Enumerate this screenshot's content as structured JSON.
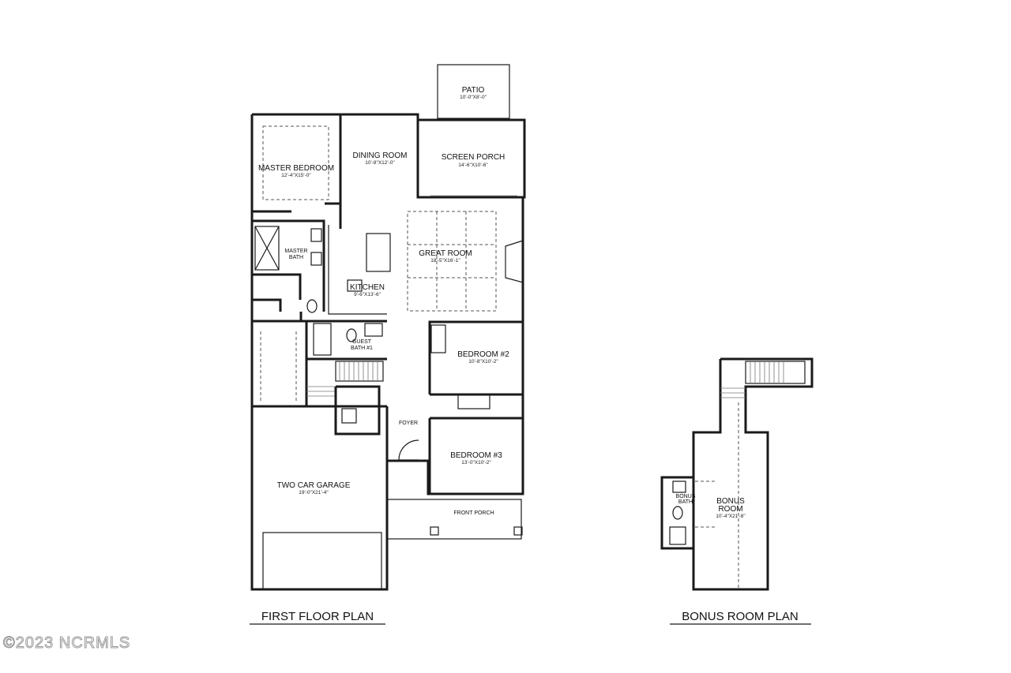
{
  "first_floor": {
    "title": "FIRST FLOOR PLAN",
    "rooms": {
      "patio": {
        "name": "PATIO",
        "dims": "10'-0\"X8'-0\""
      },
      "screen_porch": {
        "name": "SCREEN PORCH",
        "dims": "14'-6\"X10'-6\""
      },
      "dining_room": {
        "name": "DINING ROOM",
        "dims": "10'-8\"X12'-0\""
      },
      "master_bedroom": {
        "name": "MASTER BEDROOM",
        "dims": "12'-4\"X15'-0\""
      },
      "master_bath": {
        "name_line1": "MASTER",
        "name_line2": "BATH"
      },
      "great_room": {
        "name": "GREAT ROOM",
        "dims": "18'-5\"X16'-1\""
      },
      "kitchen": {
        "name": "KITCHEN",
        "dims": "9'-6\"X13'-6\""
      },
      "guest_bath": {
        "name_line1": "GUEST",
        "name_line2": "BATH #1"
      },
      "bedroom2": {
        "name": "BEDROOM #2",
        "dims": "10'-8\"X10'-2\""
      },
      "foyer": {
        "name": "FOYER"
      },
      "bedroom3": {
        "name": "BEDROOM #3",
        "dims": "13'-0\"X10'-2\""
      },
      "garage": {
        "name": "TWO CAR GARAGE",
        "dims": "19'-0\"X21'-4\""
      },
      "front_porch": {
        "name": "FRONT PORCH"
      }
    }
  },
  "bonus_floor": {
    "title": "BONUS ROOM PLAN",
    "rooms": {
      "bonus_room": {
        "name_line1": "BONUS",
        "name_line2": "ROOM",
        "dims": "10'-4\"X21'-8\""
      },
      "bonus_bath": {
        "name_line1": "BONUS",
        "name_line2": "BATH"
      }
    }
  },
  "watermark": "©2023 NCRMLS"
}
